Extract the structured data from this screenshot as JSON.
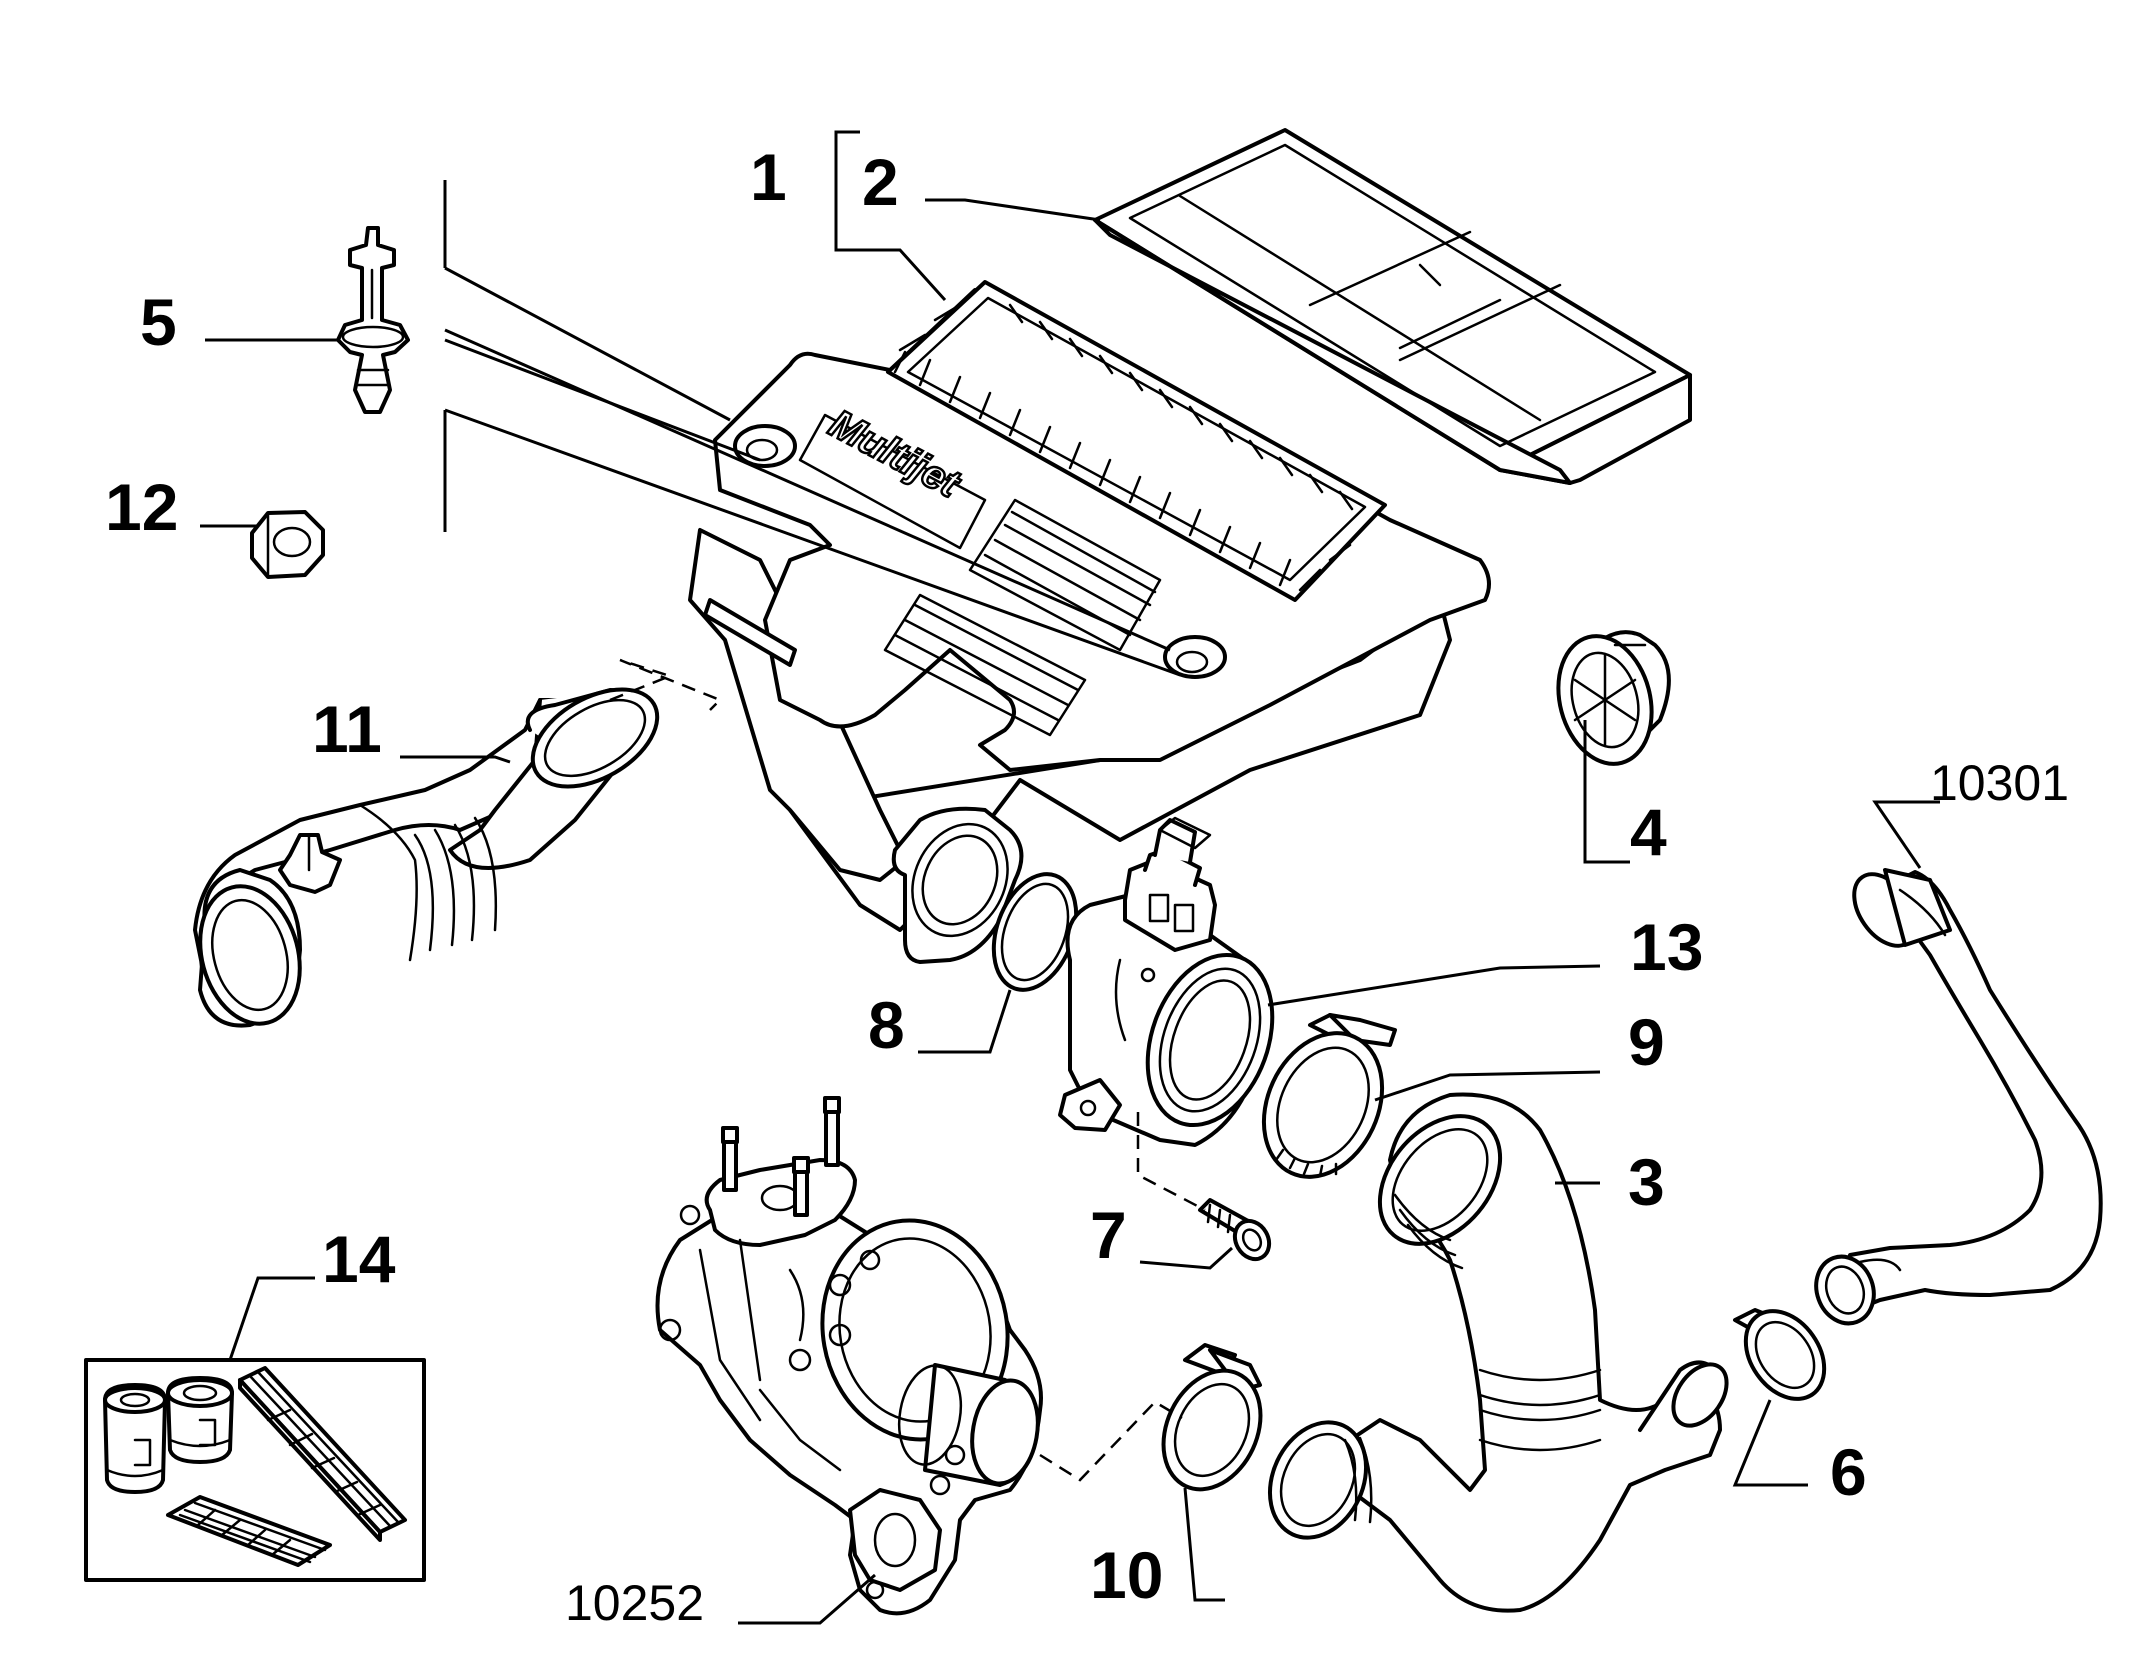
{
  "callouts": [
    {
      "id": "1",
      "label": "1"
    },
    {
      "id": "2",
      "label": "2"
    },
    {
      "id": "3",
      "label": "3"
    },
    {
      "id": "4",
      "label": "4"
    },
    {
      "id": "5",
      "label": "5"
    },
    {
      "id": "6",
      "label": "6"
    },
    {
      "id": "7",
      "label": "7"
    },
    {
      "id": "8",
      "label": "8"
    },
    {
      "id": "9",
      "label": "9"
    },
    {
      "id": "10",
      "label": "10"
    },
    {
      "id": "11",
      "label": "11"
    },
    {
      "id": "12",
      "label": "12"
    },
    {
      "id": "13",
      "label": "13"
    },
    {
      "id": "14",
      "label": "14"
    }
  ],
  "references": [
    {
      "id": "10301",
      "label": "10301"
    },
    {
      "id": "10252",
      "label": "10252"
    }
  ],
  "embossed_logo": "Multijet"
}
